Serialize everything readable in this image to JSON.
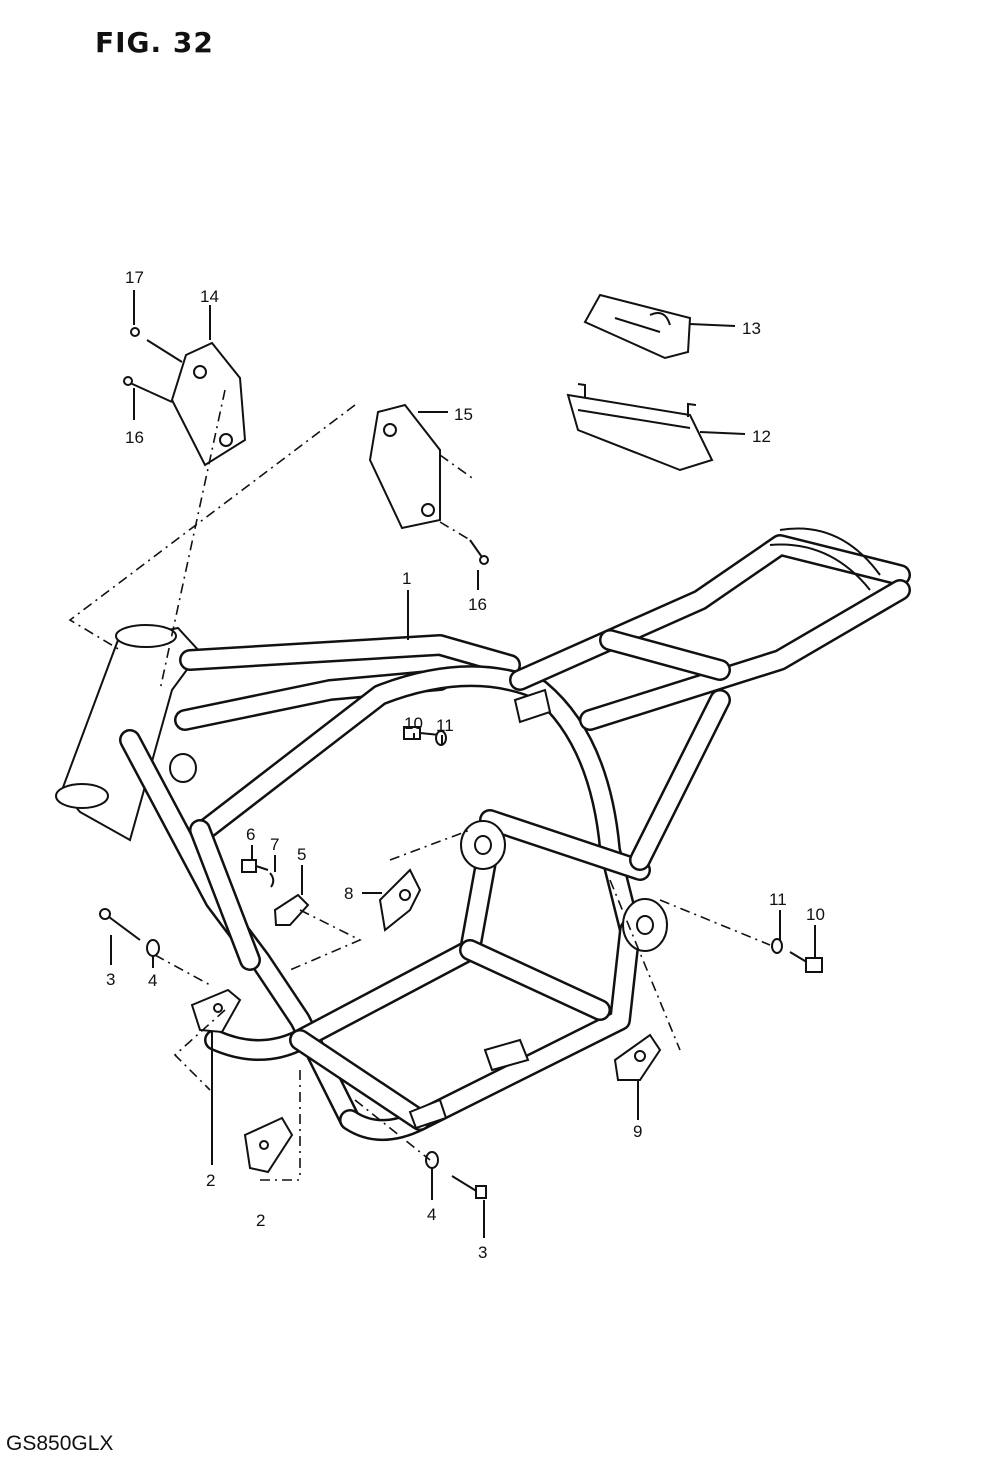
{
  "figure": {
    "title": "FIG. 32",
    "model": "GS850GLX"
  },
  "callouts": {
    "c1": "1",
    "c2a": "2",
    "c2b": "2",
    "c3a": "3",
    "c3b": "3",
    "c4a": "4",
    "c4b": "4",
    "c5": "5",
    "c6": "6",
    "c7": "7",
    "c8": "8",
    "c9": "9",
    "c10a": "10",
    "c10b": "10",
    "c11a": "11",
    "c11b": "11",
    "c12": "12",
    "c13": "13",
    "c14": "14",
    "c15": "15",
    "c16a": "16",
    "c16b": "16",
    "c17": "17"
  }
}
